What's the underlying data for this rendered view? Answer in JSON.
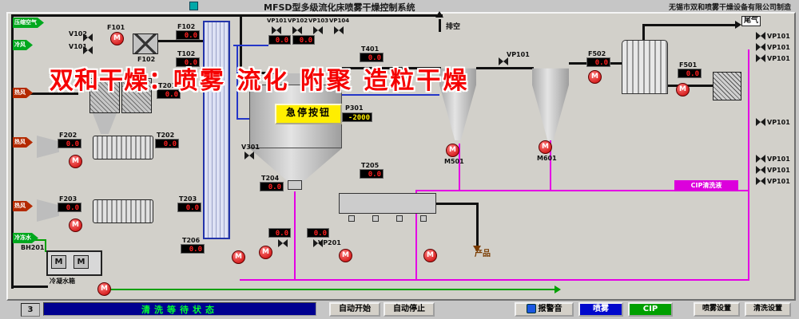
{
  "header": {
    "title": "MFSD型多级流化床喷雾干燥控制系统",
    "company": "无锡市双和喷雾干燥设备有限公司制造"
  },
  "watermark": {
    "part1": "双和干燥：",
    "part2": "喷雾 流化 附聚 造粒干燥"
  },
  "estop_label": "急停按钮",
  "labels": {
    "pump_m": "M",
    "ya_suo_kong_qi": "压缩空气",
    "leng_feng": "冷风",
    "re_feng_1": "热风",
    "re_feng_2": "热风",
    "re_feng_3": "热风",
    "leng_dong_shui": "冷冻水",
    "pai_kong": "排空",
    "wei_qi": "尾气",
    "chan_pin": "产品",
    "leng_ning_shui_xiang": "冷凝水箱",
    "bh201": "BH201",
    "v101": "V101",
    "v102": "V102",
    "f101": "F101",
    "f102": "F102",
    "v301": "V301",
    "vp201": "VP201",
    "vp101_mid": "VP101",
    "m501": "M501",
    "m601": "M601",
    "cip_line": "CIP清洗液"
  },
  "top_valves": [
    "VP101",
    "VP102",
    "VP103",
    "VP104"
  ],
  "right_valves": [
    "VP101",
    "VP101",
    "VP101",
    "VP101",
    "VP101",
    "VP101",
    "VP101"
  ],
  "mini_gauges": [
    "0.0",
    "0.0",
    "0.0",
    "0.0"
  ],
  "gauges": [
    {
      "label": "F102",
      "value": "0.0"
    },
    {
      "label": "T102",
      "value": "0.0"
    },
    {
      "label": "T201",
      "value": "0.0"
    },
    {
      "label": "T401",
      "value": "0.0"
    },
    {
      "label": "F502",
      "value": "0.0"
    },
    {
      "label": "F501",
      "value": "0.0"
    },
    {
      "label": "P301",
      "value": "-2000"
    },
    {
      "label": "T202",
      "value": "0.0"
    },
    {
      "label": "F202",
      "value": "0.0"
    },
    {
      "label": "T203",
      "value": "0.0"
    },
    {
      "label": "F203",
      "value": "0.0"
    },
    {
      "label": "T204",
      "value": "0.0"
    },
    {
      "label": "T205",
      "value": "0.0"
    },
    {
      "label": "T206",
      "value": "0.0"
    }
  ],
  "statusbar": {
    "counter": "3",
    "status": "清洗等待状态"
  },
  "toolbar": {
    "auto_start": "自动开始",
    "auto_stop": "自动停止",
    "alarm": "报警音",
    "spray": "喷雾",
    "cip": "CIP",
    "spray_settings": "喷雾设置",
    "clean_settings": "清洗设置"
  }
}
